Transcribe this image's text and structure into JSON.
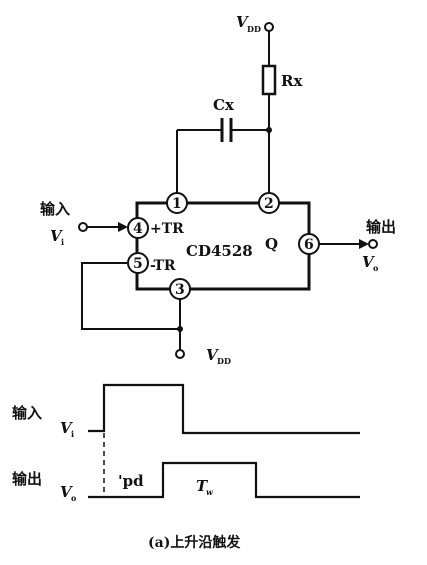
{
  "circuit": {
    "supply_top_label": "V",
    "supply_top_sub": "DD",
    "resistor_label": "Rx",
    "capacitor_label": "Cx",
    "chip_label": "CD4528",
    "q_label": "Q",
    "input_label": "输入",
    "input_symbol": "V",
    "input_symbol_sub": "i",
    "output_label": "输出",
    "output_symbol": "V",
    "output_symbol_sub": "o",
    "pin_plus_tr": "+TR",
    "pin_minus_tr": "-TR",
    "pins": [
      "1",
      "2",
      "3",
      "4",
      "5",
      "6"
    ],
    "supply_bottom_label": "V",
    "supply_bottom_sub": "DD"
  },
  "timing": {
    "input_label": "输入",
    "input_symbol": "V",
    "input_symbol_sub": "i",
    "output_label": "输出",
    "output_symbol": "V",
    "output_symbol_sub": "o",
    "tpd_label": "'pd",
    "tw_label": "T",
    "tw_sub": "w"
  },
  "caption": "(a)上升沿触发"
}
